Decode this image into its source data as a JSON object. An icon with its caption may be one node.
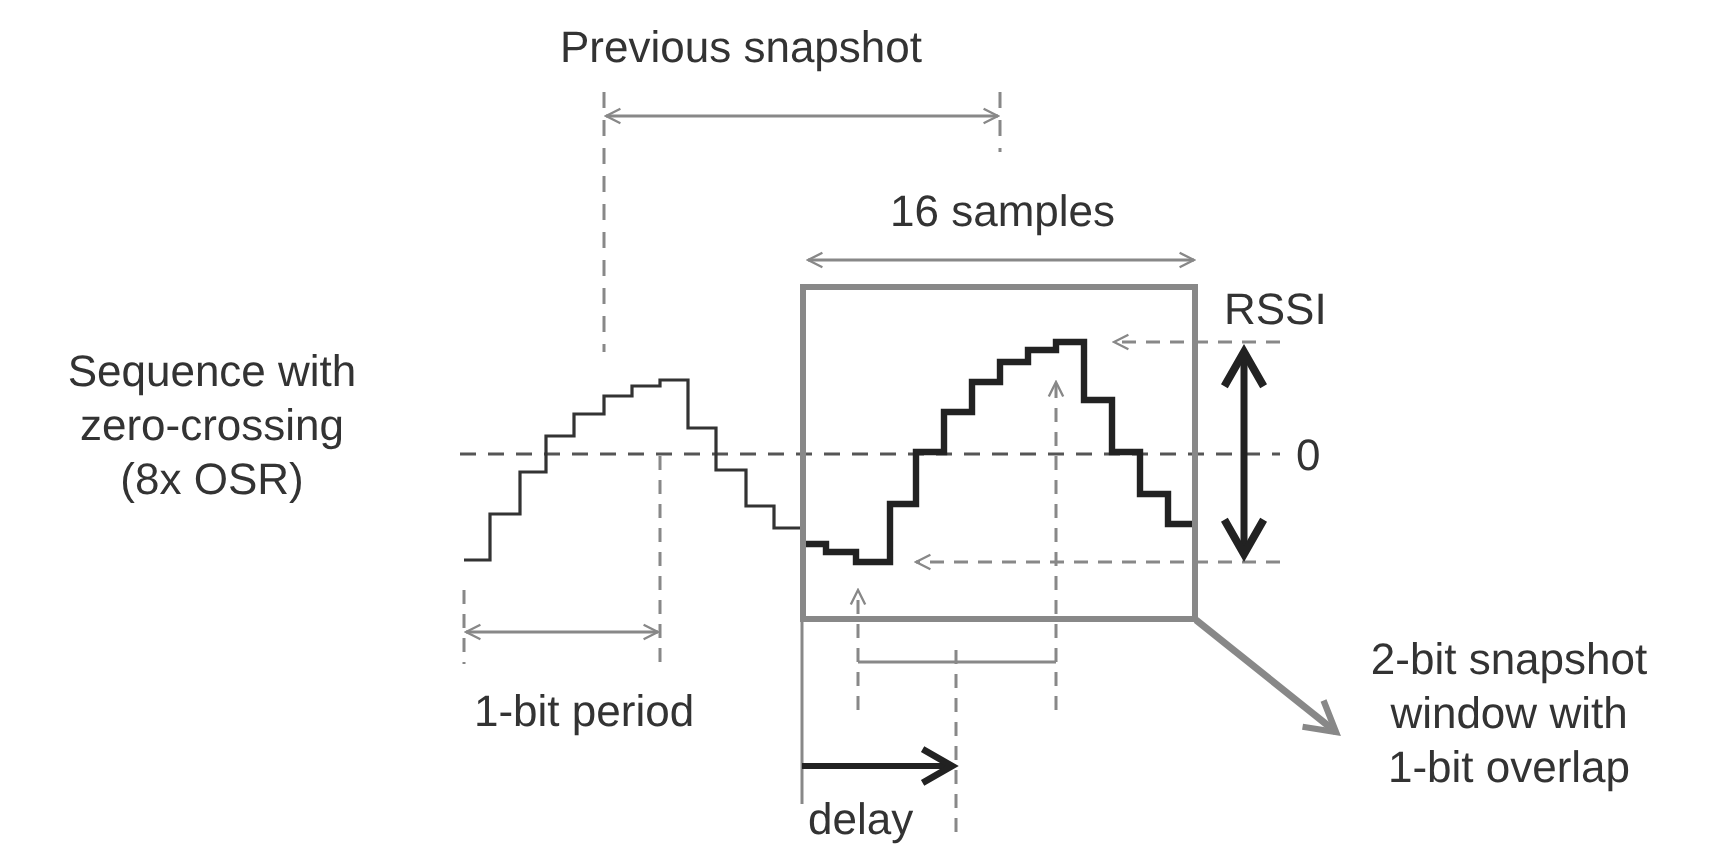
{
  "diagram": {
    "nodes": [
      {
        "text": [],
        "shape": "box"
      },
      {
        "text": [
          "2-bit snapshot window with 1-bit overlap"
        ]
      }
    ],
    "edges": [
      {
        "from": 0,
        "to": 1,
        "arrow": "to"
      }
    ],
    "labels": [
      "Previous snapshot",
      "16 samples",
      "RSSI",
      "Sequence with zero-crossing (8x OSR)",
      "0",
      "1-bit period",
      "delay"
    ]
  }
}
